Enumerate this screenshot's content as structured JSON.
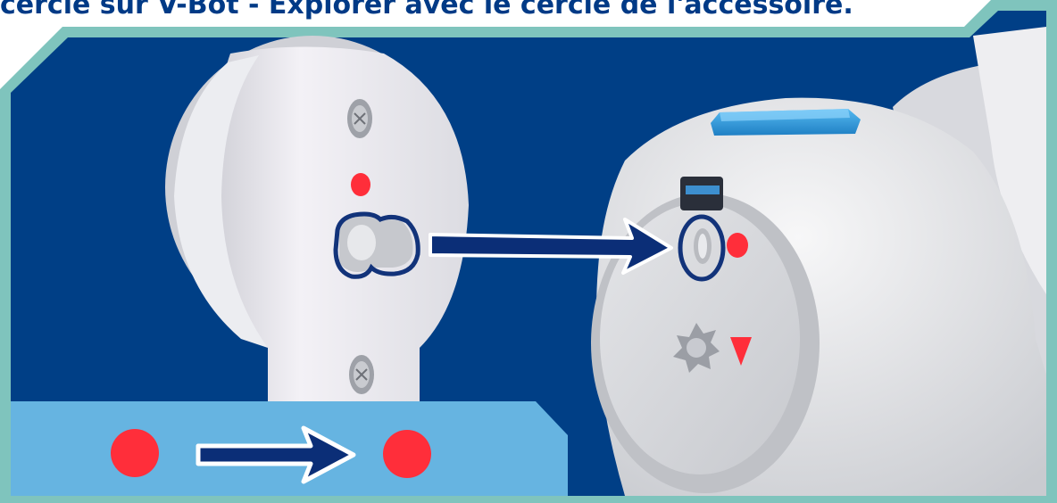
{
  "heading": {
    "text": "cercle sur V-Bot - Explorer avec le cercle de l'accessoire."
  },
  "colors": {
    "frame": "#7fc4bd",
    "background": "#003f86",
    "legend_panel": "#66b4e1",
    "marker": "#ff2e3a",
    "arrow": "#0b2e77",
    "highlight_ring": "#12337a",
    "button": "#2f9ce0",
    "plastic": "#e8e8ec"
  },
  "scene": {
    "left_part": "accessory-plate",
    "right_part": "v-bot-explorer-head",
    "legend": "red-dot-to-red-dot"
  }
}
